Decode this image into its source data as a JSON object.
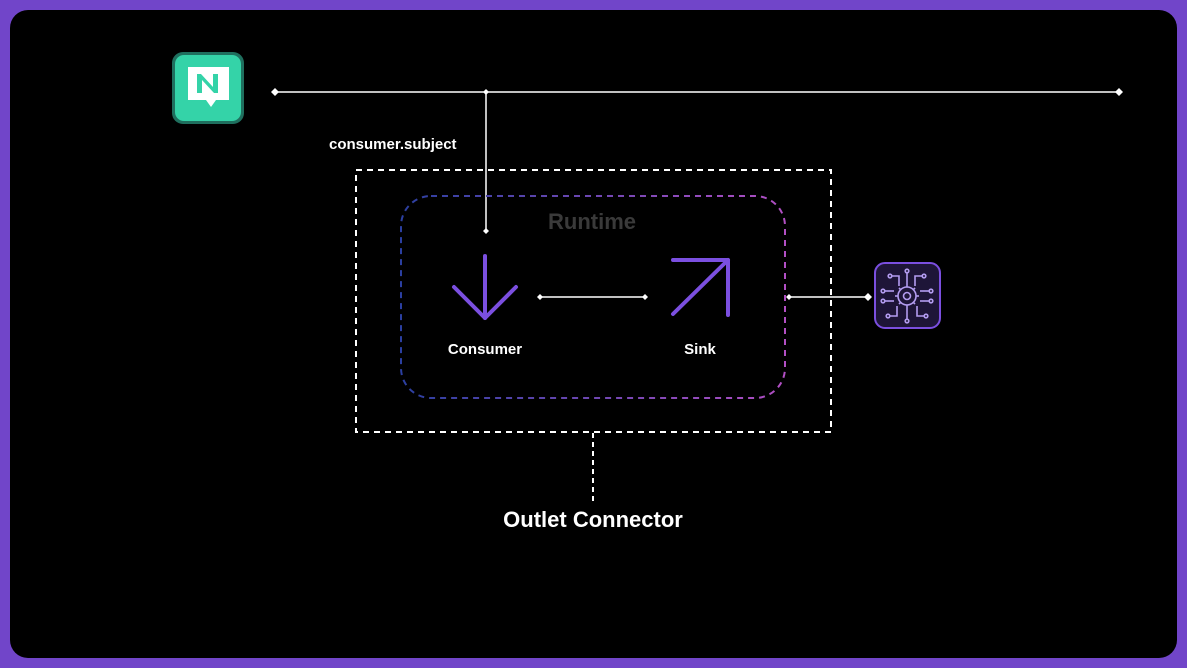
{
  "labels": {
    "subject": "consumer.subject",
    "runtime": "Runtime",
    "consumer": "Consumer",
    "sink": "Sink",
    "connector": "Outlet Connector"
  },
  "icons": {
    "source": "nats-logo-icon",
    "destination": "circuit-gear-icon"
  },
  "colors": {
    "frame": "#7145c9",
    "background": "#000000",
    "nats_teal": "#34d3a8",
    "accent_purple": "#7b4fe0",
    "runtime_blue": "#2b3fa0",
    "runtime_pink": "#b24fc4",
    "runtime_label": "#3a3a3a",
    "line": "#ffffff"
  }
}
